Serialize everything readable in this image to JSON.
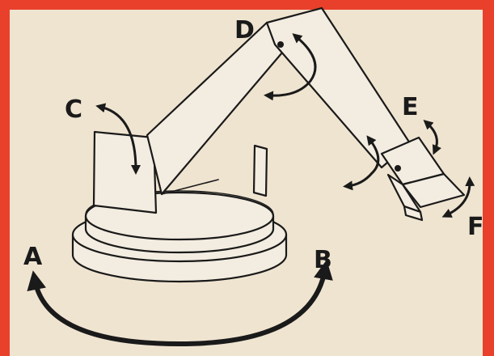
{
  "colors": {
    "frame": "#e8402a",
    "paper": "#efe4d0",
    "ink": "#1a1a1a",
    "body_fill": "#f3ece0"
  },
  "labels": {
    "a": "A",
    "b": "B",
    "c": "C",
    "d": "D",
    "e": "E",
    "f": "F"
  }
}
